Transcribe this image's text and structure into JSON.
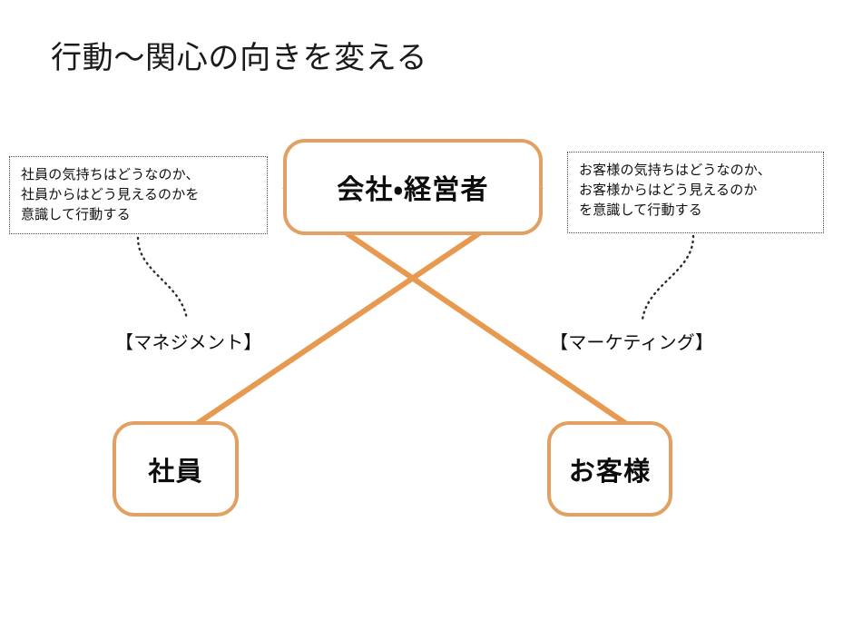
{
  "slide": {
    "title": "行動〜関心の向きを変える",
    "background_color": "#ffffff",
    "accent_color": "#E2A063",
    "arrow_color": "#E79A4F",
    "text_color": "#0d0d0d",
    "callout_border_color": "#4a4a4a"
  },
  "nodes": {
    "company": {
      "label": "会社・経営者"
    },
    "employee": {
      "label": "社員"
    },
    "customer": {
      "label": "お客様"
    }
  },
  "callouts": {
    "employee": {
      "lines": [
        "社員の気持ちはどうなのか、",
        "社員からはどう見えるのかを",
        "意識して行動する"
      ]
    },
    "customer": {
      "lines": [
        "お客様の気持ちはどうなのか、",
        "お客様からはどう見えるのか",
        "を意識して行動する"
      ]
    }
  },
  "labels": {
    "management": "【マネジメント】",
    "marketing": "【マーケティング】"
  },
  "arrows": [
    {
      "name": "employee-to-company",
      "from": "社員",
      "to": "会社・経営者",
      "direction": "up-right"
    },
    {
      "name": "customer-to-company",
      "from": "お客様",
      "to": "会社・経営者",
      "direction": "up-left"
    }
  ]
}
